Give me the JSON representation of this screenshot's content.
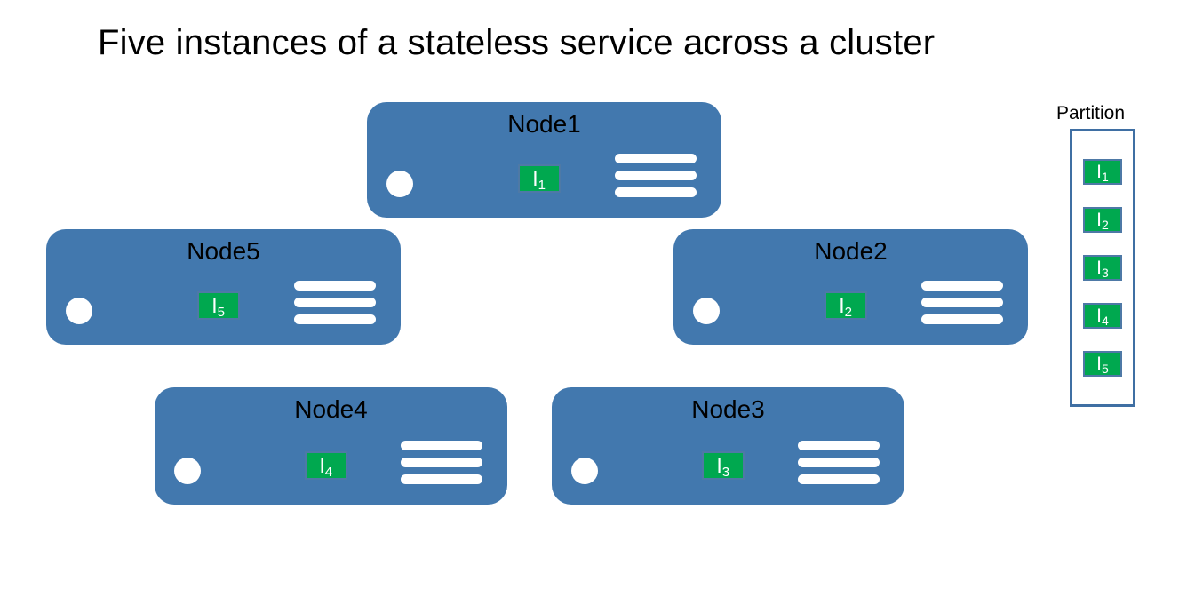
{
  "diagram": {
    "title": "Five instances of a stateless service across a cluster",
    "colors": {
      "node_fill": "#4278AE",
      "instance_green": "#00A84F",
      "instance_border": "#4E79A6",
      "partition_border": "#3F6FA3",
      "bar_white": "#FFFFFF",
      "text_black": "#000000",
      "background": "#FFFFFF"
    },
    "nodes": [
      {
        "id": "node1",
        "label": "Node1",
        "instance": {
          "letter": "I",
          "index": "1",
          "full": "I1"
        }
      },
      {
        "id": "node5",
        "label": "Node5",
        "instance": {
          "letter": "I",
          "index": "5",
          "full": "I5"
        }
      },
      {
        "id": "node2",
        "label": "Node2",
        "instance": {
          "letter": "I",
          "index": "2",
          "full": "I2"
        }
      },
      {
        "id": "node4",
        "label": "Node4",
        "instance": {
          "letter": "I",
          "index": "4",
          "full": "I4"
        }
      },
      {
        "id": "node3",
        "label": "Node3",
        "instance": {
          "letter": "I",
          "index": "3",
          "full": "I3"
        }
      }
    ],
    "partition": {
      "title": "Partition",
      "instances": [
        {
          "letter": "I",
          "index": "1",
          "full": "I1"
        },
        {
          "letter": "I",
          "index": "2",
          "full": "I2"
        },
        {
          "letter": "I",
          "index": "3",
          "full": "I3"
        },
        {
          "letter": "I",
          "index": "4",
          "full": "I4"
        },
        {
          "letter": "I",
          "index": "5",
          "full": "I5"
        }
      ]
    }
  }
}
